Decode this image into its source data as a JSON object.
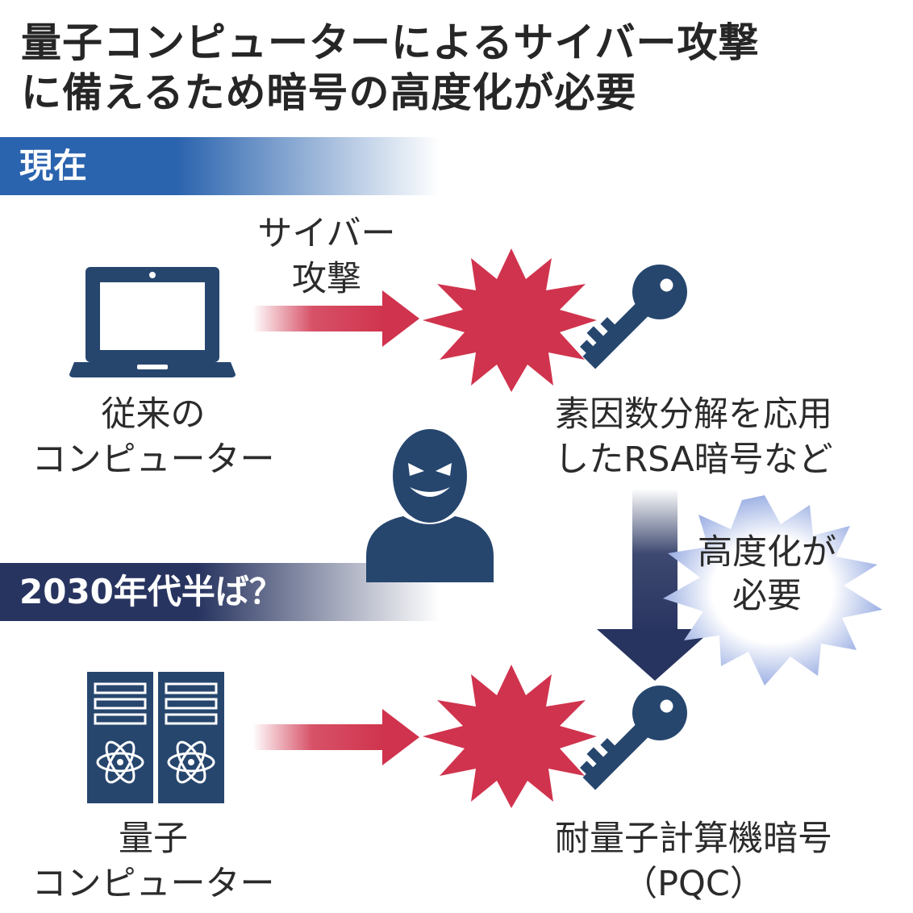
{
  "title": {
    "line1": "量子コンピューターによるサイバー攻撃",
    "line2": "に備えるため暗号の高度化が必要"
  },
  "sections": {
    "now": "現在",
    "future": "2030年代半ば？"
  },
  "attack_label": {
    "line1": "サイバー",
    "line2": "攻撃"
  },
  "conventional_computer": {
    "line1": "従来の",
    "line2": "コンピューター"
  },
  "rsa": {
    "line1": "素因数分解を応用",
    "line2": "したRSA暗号など"
  },
  "upgrade_burst": {
    "line1": "高度化が",
    "line2": "必要"
  },
  "quantum_computer": {
    "line1": "量子",
    "line2": "コンピューター"
  },
  "pqc": {
    "line1": "耐量子計算機暗号",
    "line2": "（PQC）"
  },
  "colors": {
    "blue": "#2a63ae",
    "navy": "#283460",
    "icon_blue": "#26466e",
    "red": "#d0334d",
    "burst_glow": "#a9b9e6"
  },
  "icons": {
    "laptop": "laptop-icon",
    "key": "key-icon",
    "hacker": "hacker-icon",
    "server": "quantum-server-icon",
    "explosion": "explosion-icon"
  }
}
